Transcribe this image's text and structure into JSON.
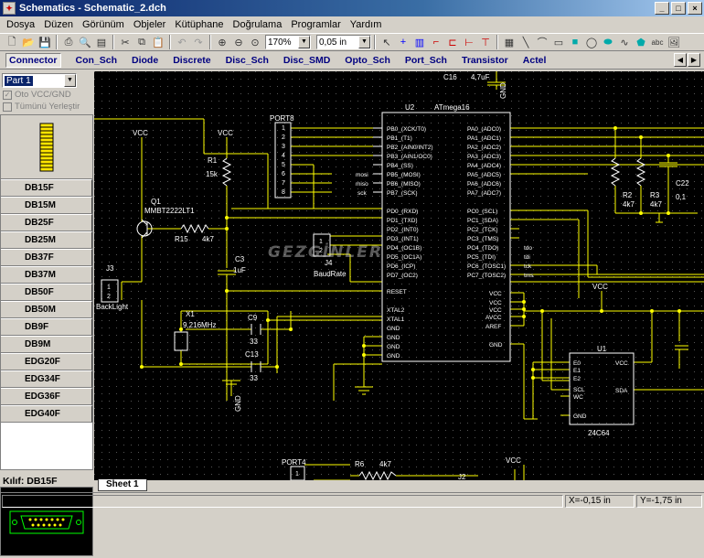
{
  "window": {
    "title": "Schematics - Schematic_2.dch"
  },
  "menu": [
    "Dosya",
    "Düzen",
    "Görünüm",
    "Objeler",
    "Kütüphane",
    "Doğrulama",
    "Programlar",
    "Yardım"
  ],
  "toolbar": {
    "zoom": "170%",
    "grid": "0,05 in"
  },
  "libraries": [
    "Connector",
    "Con_Sch",
    "Diode",
    "Discrete",
    "Disc_Sch",
    "Disc_SMD",
    "Opto_Sch",
    "Port_Sch",
    "Transistor",
    "Actel"
  ],
  "left": {
    "part_select": "Part 1",
    "check1": "Oto VCC/GND",
    "check2": "Tümünü Yerleştir",
    "parts": [
      "DB15F",
      "DB15M",
      "DB25F",
      "DB25M",
      "DB37F",
      "DB37M",
      "DB50F",
      "DB50M",
      "DB9F",
      "DB9M",
      "EDG20F",
      "EDG34F",
      "EDG36F",
      "EDG40F"
    ],
    "footprint_label": "Kılıf: DB15F"
  },
  "schematic": {
    "watermark": "GEZGİNLER",
    "c16": "C16",
    "c16v": "4,7uF",
    "gnd": "GND",
    "port8": "PORT8",
    "u2": "U2",
    "u2part": "ATmega16",
    "vcc": "VCC",
    "r1": "R1",
    "r1v": "15k",
    "q1": "Q1",
    "q1part": "MMBT2222LT1",
    "r15": "R15",
    "r15v": "4k7",
    "c3": "C3",
    "c3v": "1uF",
    "j3": "J3",
    "backlight": "BackLight",
    "j4": "J4",
    "baudrate": "BaudRate",
    "x1": "X1",
    "x1v": "9,216MHz",
    "c9": "C9",
    "c9v": "33",
    "c13": "C13",
    "c13v": "33",
    "r2": "R2",
    "r2v": "4k7",
    "r3": "R3",
    "r3v": "4k7",
    "c22": "C22",
    "c22v": "0,1",
    "u1": "U1",
    "u1part": "24C64",
    "port4": "PORT4",
    "r6": "R6",
    "r6v": "4k7",
    "j2": "J2",
    "pb_pins": [
      "PB0_(XCK/T0)",
      "PB1_(T1)",
      "PB2_(AIN0/INT2)",
      "PB3_(AIN1/OC0)",
      "PB4_(SS)",
      "PB5_(MOSI)",
      "PB6_(MISO)",
      "PB7_(SCK)"
    ],
    "pd_pins": [
      "PD0_(RXD)",
      "PD1_(TXD)",
      "PD2_(INT0)",
      "PD3_(INT1)",
      "PD4_(OC1B)",
      "PD5_(OC1A)",
      "PD6_(ICP)",
      "PD7_(OC2)"
    ],
    "pa_pins": [
      "PA0_(ADC0)",
      "PA1_(ADC1)",
      "PA2_(ADC2)",
      "PA3_(ADC3)",
      "PA4_(ADC4)",
      "PA5_(ADC5)",
      "PA6_(ADC6)",
      "PA7_(ADC7)"
    ],
    "pc_pins": [
      "PC0_(SCL)",
      "PC1_(SDA)",
      "PC2_(TCK)",
      "PC3_(TMS)",
      "PC4_(TDO)",
      "PC5_(TDI)",
      "PC6_(TOSC1)",
      "PC7_(TOSC2)"
    ],
    "left_misc": [
      "RESET",
      "XTAL2",
      "XTAL1",
      "GND",
      "GND",
      "GND",
      "GND"
    ],
    "right_misc": [
      "VCC",
      "VCC",
      "VCC",
      "AVCC",
      "AREF",
      "GND"
    ],
    "u1_left": [
      "E0",
      "E1",
      "E2",
      "SCL",
      "WC",
      "GND"
    ],
    "u1_right": [
      "VCC",
      "SDA"
    ],
    "net_labels": [
      "mosi",
      "miso",
      "sck"
    ],
    "net_labels_right": [
      "tdo",
      "tdi",
      "tck",
      "tms"
    ]
  },
  "tabs": {
    "sheet": "Sheet 1"
  },
  "status": {
    "x": "X=-0,15 in",
    "y": "Y=-1,75 in"
  }
}
